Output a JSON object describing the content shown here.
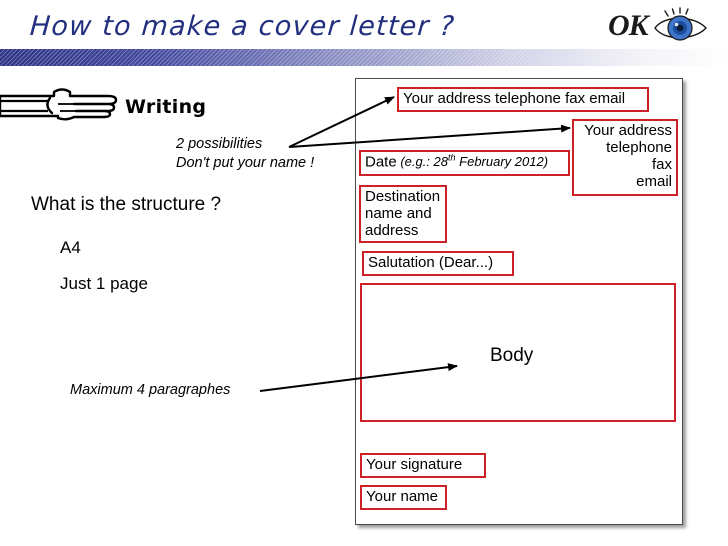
{
  "slide": {
    "title": "How to make a cover letter ?",
    "logo": {
      "text": "OK",
      "icon": "eye-icon"
    },
    "section": {
      "hand_icon": "pointing-hand-icon",
      "heading": "Writing"
    },
    "notes": {
      "two_possibilities": "2 possibilities",
      "dont_put_name": "Don't put your name !",
      "maximum_paragraphs": "Maximum 4 paragraphes"
    },
    "structure": {
      "question": "What is the structure ?",
      "bullets": [
        "A4",
        "Just 1 page"
      ]
    },
    "letter": {
      "header_line": "Your address telephone fax email",
      "address_right": "Your address\ntelephone\nfax\nemail",
      "date_label": "Date",
      "date_example_prefix": "(e.g.: 28",
      "date_example_sup": "th",
      "date_example_suffix": " February 2012)",
      "destination": "Destination name and address",
      "salutation": "Salutation (Dear...)",
      "body_label": "Body",
      "signature": "Your signature",
      "name": "Your name"
    },
    "colors": {
      "title_blue": "#23307f",
      "box_red": "#cc2127",
      "bar_gradient_start": "#2b3184",
      "bar_gradient_end": "#ffffff"
    }
  }
}
